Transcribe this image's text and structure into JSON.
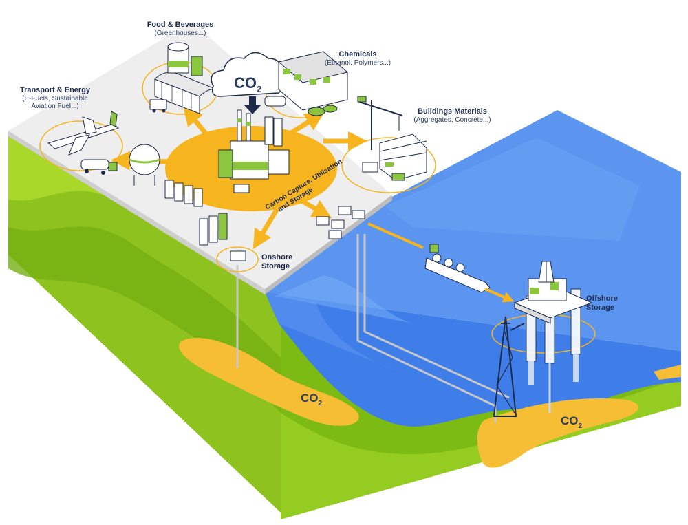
{
  "labels": {
    "food": {
      "title": "Food & Beverages",
      "sub": "(Greenhouses...)"
    },
    "chemicals": {
      "title": "Chemicals",
      "sub": "(Ethanol, Polymers...)"
    },
    "transport": {
      "title": "Transport & Energy",
      "sub1": "(E-Fuels, Sustainable",
      "sub2": "Aviation Fuel...)"
    },
    "buildings": {
      "title": "Buildings Materials",
      "sub": "(Aggregates, Concrete...)"
    },
    "onshore": {
      "line1": "Onshore",
      "line2": "Storage"
    },
    "offshore": {
      "line1": "Offshore",
      "line2": "Storage"
    }
  },
  "hub": {
    "line1": "Carbon Capture, Utilisation",
    "line2": "and Storage"
  },
  "co2": {
    "symbol": "CO",
    "sub": "2"
  },
  "colors": {
    "platform_top": "#eeeeee",
    "platform_side": "#d6d6d6",
    "ground_light": "#a6d62a",
    "ground_dark": "#6aaa10",
    "sea_surface": "#5b95f0",
    "sea_side": "#3f7ee8",
    "accent_orange": "#f6b51e",
    "reservoir": "#f6be34",
    "line_dark": "#1e2a4a"
  },
  "icons": [
    "airplane-icon",
    "tanker-truck-icon",
    "gas-sphere-icon",
    "greenhouse-icon",
    "silo-icon",
    "co2-cloud-icon",
    "factory-icon",
    "crane-icon",
    "building-icon",
    "ship-icon",
    "oil-platform-icon",
    "compressor-icon"
  ]
}
